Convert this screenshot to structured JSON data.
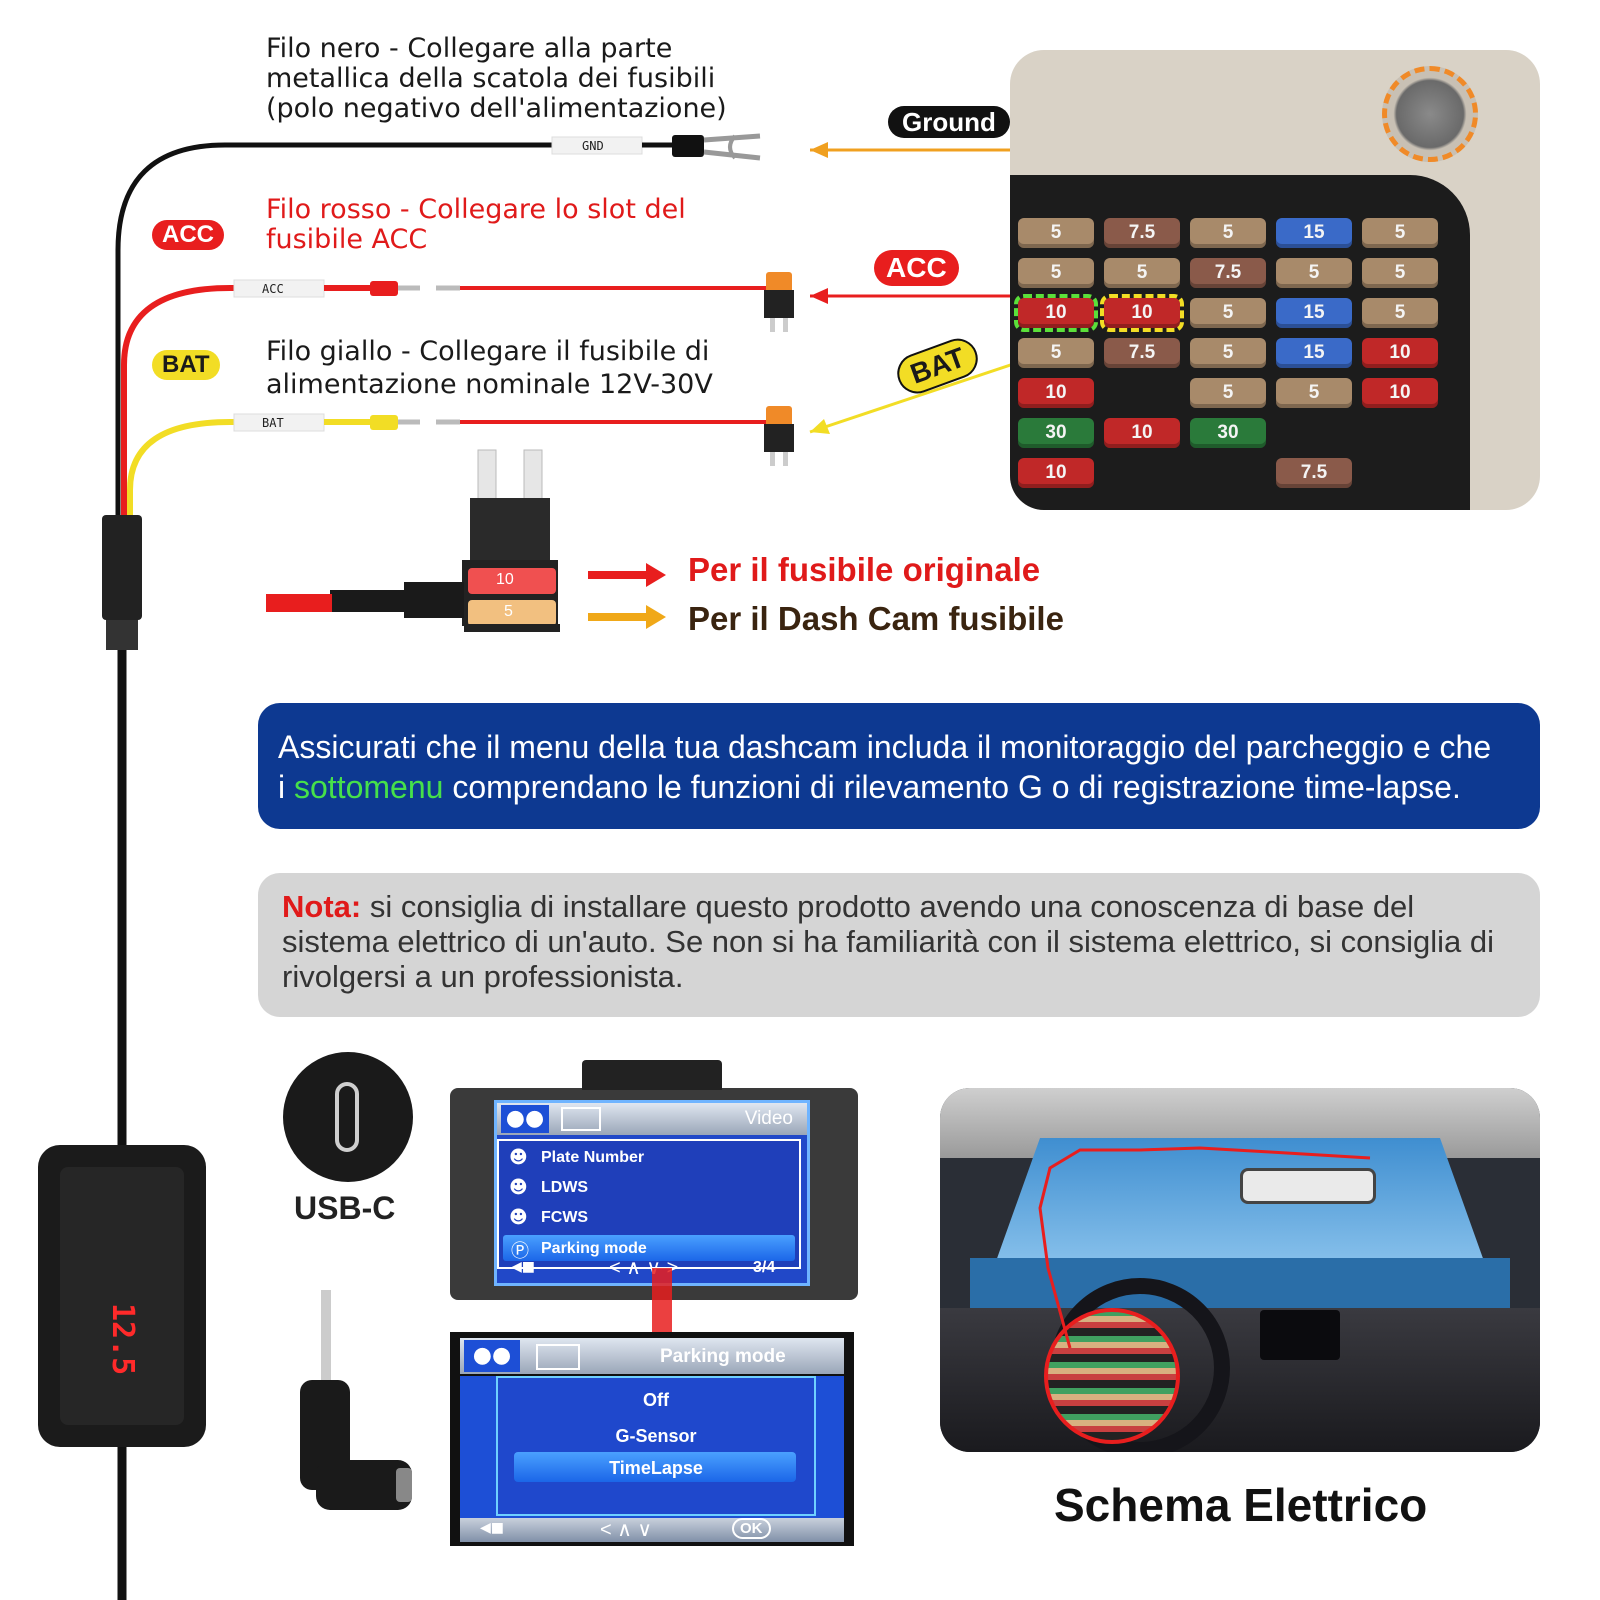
{
  "wires": {
    "black": {
      "line1": "Filo nero - Collegare alla parte",
      "line2": "metallica della scatola dei fusibili",
      "line3": "(polo negativo dell'alimentazione)",
      "tag": "GND",
      "color": "#111111"
    },
    "red": {
      "line1": "Filo rosso - Collegare lo slot del",
      "line2": "fusibile ACC",
      "tag": "ACC",
      "badge": "ACC",
      "color": "#e81e1e"
    },
    "yellow": {
      "line1": "Filo giallo - Collegare il fusibile di",
      "line2": "alimentazione nominale 12V-30V",
      "tag": "BAT",
      "badge": "BAT",
      "color": "#f2dd25"
    }
  },
  "fusebox_labels": {
    "ground": "Ground",
    "acc": "ACC",
    "bat": "BAT"
  },
  "fusebox_fuses": {
    "row1": [
      "5",
      "7.5",
      "5",
      "15",
      "5"
    ],
    "row2": [
      "5",
      "5",
      "7.5",
      "5",
      "5"
    ],
    "row3": [
      "10",
      "10",
      "5",
      "15",
      "5"
    ],
    "row4": [
      "5",
      "7.5",
      "5",
      "15",
      "10"
    ],
    "row5": [
      "10",
      "",
      "5",
      "5",
      "10"
    ],
    "row6": [
      "30",
      "10",
      "30",
      "",
      ""
    ],
    "row7": [
      "10",
      "",
      "",
      "7.5",
      ""
    ]
  },
  "tap": {
    "upper_fuse": "10",
    "lower_fuse": "5",
    "legend_original": "Per il fusibile originale",
    "legend_dashcam": "Per il Dash Cam fusibile",
    "color_original": "#e81e1e",
    "color_dashcam": "#f0a818"
  },
  "info": {
    "blue_line1": "Assicurati che il menu della tua dashcam includa il monitoraggio del parcheggio e che",
    "blue_line2_pre": "i ",
    "blue_line2_highlight": "sottomenu",
    "blue_line2_post": " comprendano le funzioni di rilevamento G o di registrazione time-lapse.",
    "highlight_color": "#46e04a",
    "note_label": "Nota:",
    "note_text": " si consiglia di installare questo prodotto avendo una conoscenza di base del sistema elettrico di un'auto. Se non si ha familiarità con il sistema elettrico, si consiglia di rivolgersi a un professionista."
  },
  "usb": {
    "label": "USB-C"
  },
  "device": {
    "display": "12.5"
  },
  "menu1": {
    "header": "Video",
    "items": [
      "Plate Number",
      "LDWS",
      "FCWS",
      "Parking mode"
    ],
    "selected_index": 3,
    "page": "3/4",
    "nav": "< ∧ ∨ >"
  },
  "menu2": {
    "header": "Parking mode",
    "options": [
      "Off",
      "G-Sensor",
      "TimeLapse"
    ],
    "selected_index": 2,
    "nav": "< ∧ ∨",
    "ok": "OK"
  },
  "car": {
    "caption": "Schema Elettrico"
  }
}
